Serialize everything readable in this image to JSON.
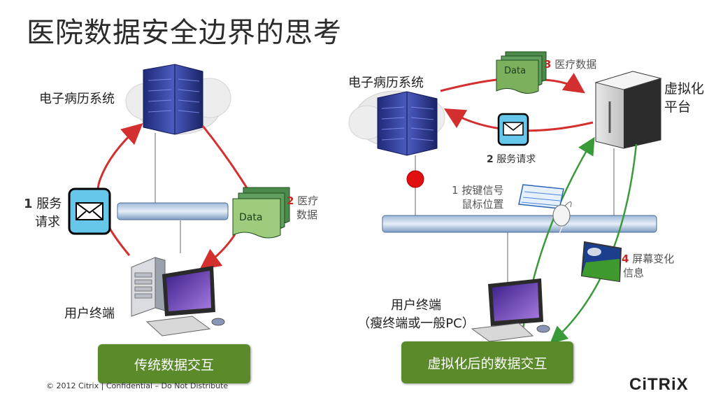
{
  "title": "医院数据安全边界的思考",
  "left": {
    "emr_label": "电子病历系统",
    "service_num": "1",
    "service_text_1": "服务",
    "service_text_2": "请求",
    "data_num": "2",
    "data_text_1": "医疗",
    "data_text_2": "数据",
    "data_doc_label": "Data",
    "terminal_label": "用户终端",
    "box_label": "传统数据交互"
  },
  "right": {
    "emr_label": "电子病历系统",
    "data_num": "3",
    "data_text": "医疗数据",
    "data_doc_label": "Data",
    "virt_label_1": "虚拟化",
    "virt_label_2": "平台",
    "service_num": "2",
    "service_text": "服务请求",
    "key_num": "1",
    "key_text_1": "按键信号",
    "key_text_2": "鼠标位置",
    "screen_num": "4",
    "screen_text_1": "屏幕变化",
    "screen_text_2": "信息",
    "terminal_label_1": "用户终端",
    "terminal_label_2": "（瘦终端或一般PC）",
    "box_label": "虚拟化后的数据交互"
  },
  "footer": "© 2012 Citrix | Confidential – Do Not Distribute",
  "logo": "CiTRiX",
  "colors": {
    "red_arrow": "#d32f2f",
    "green_arrow": "#3a9a3a",
    "green_box": "#5b8a2a",
    "stop_red": "#e01010"
  }
}
